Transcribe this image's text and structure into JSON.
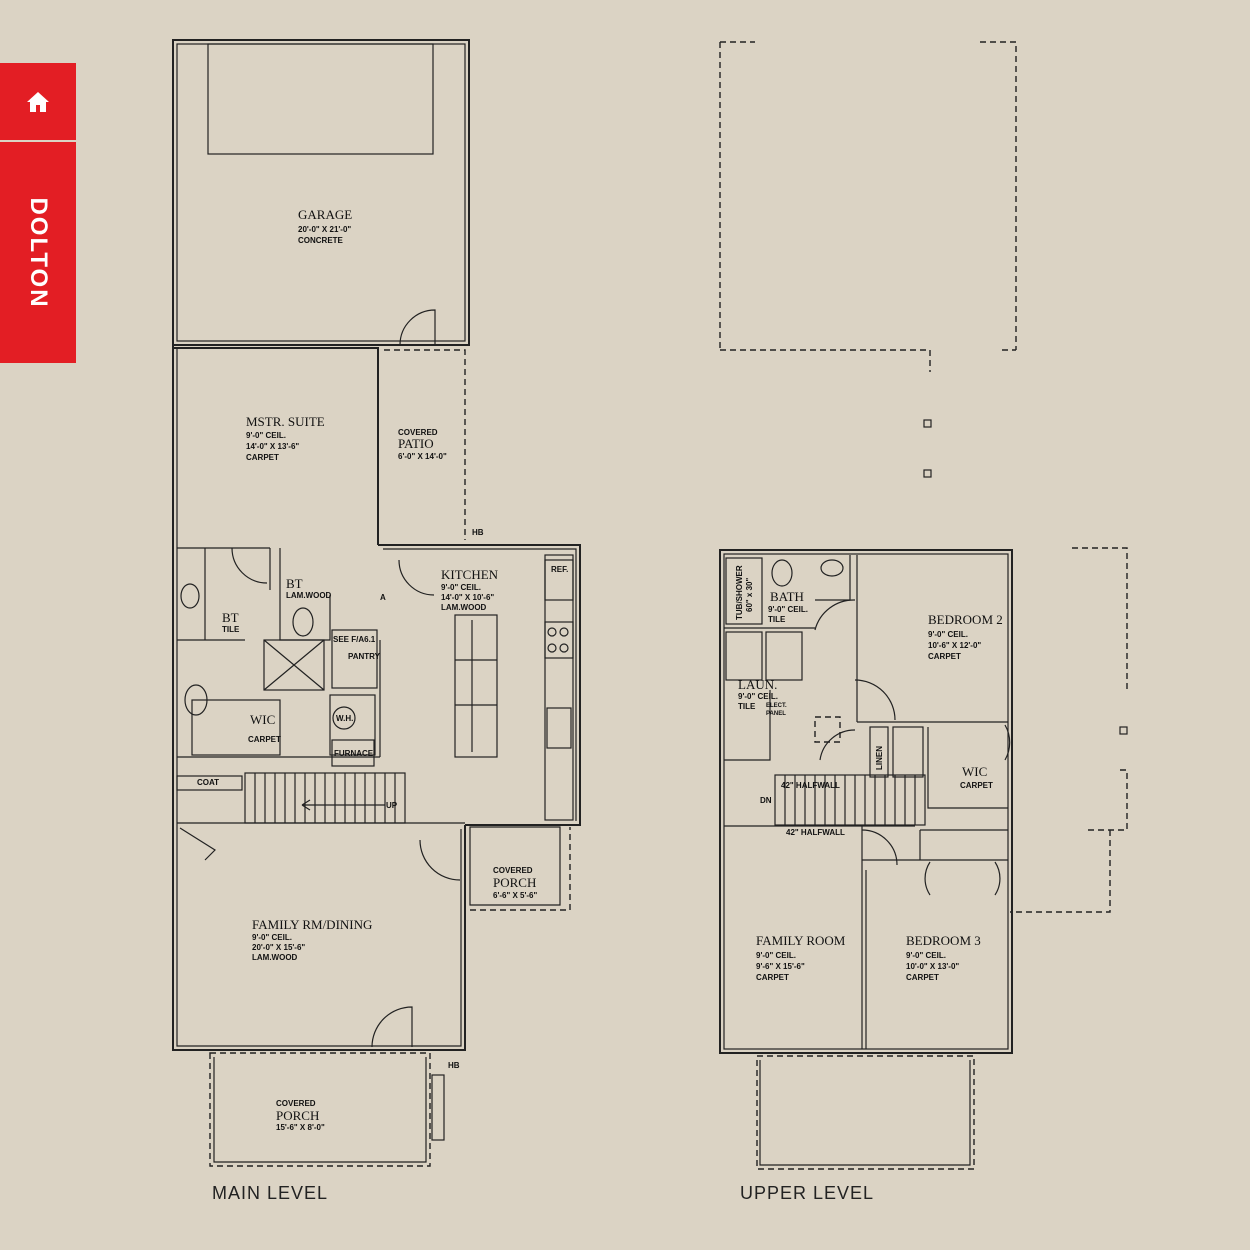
{
  "nav": {
    "home_icon": "home-icon",
    "plan_name": "DOLTON"
  },
  "levels": {
    "main": "MAIN LEVEL",
    "upper": "UPPER LEVEL"
  },
  "rooms": {
    "garage": {
      "name": "GARAGE",
      "l1": "20'-0\" X 21'-0\"",
      "l2": "CONCRETE"
    },
    "mstr": {
      "name": "MSTR. SUITE",
      "l1": "9'-0\" CEIL.",
      "l2": "14'-0\" X 13'-6\"",
      "l3": "CARPET"
    },
    "patio": {
      "pre": "COVERED",
      "name": "PATIO",
      "l1": "6'-0\" X 14'-0\""
    },
    "kitchen": {
      "name": "KITCHEN",
      "l1": "9'-0\" CEIL.",
      "l2": "14'-0\" X 10'-6\"",
      "l3": "LAM.WOOD"
    },
    "bt1": {
      "name": "BT",
      "l1": "LAM.WOOD"
    },
    "bt2": {
      "name": "BT",
      "l1": "TILE"
    },
    "wic1": {
      "name": "WIC",
      "l1": "CARPET"
    },
    "pantry": "PANTRY",
    "see": "SEE F/A6.1",
    "wh": "W.H.",
    "furnace": "FURNACE",
    "ref": "REF.",
    "hb1": "HB",
    "hb2": "HB",
    "coat": "COAT",
    "up": "UP",
    "cporch": {
      "pre": "COVERED",
      "name": "PORCH",
      "l1": "6'-6\" X 5'-6\""
    },
    "family": {
      "name": "FAMILY RM/DINING",
      "l1": "9'-0\" CEIL.",
      "l2": "20'-0\" X 15'-6\"",
      "l3": "LAM.WOOD"
    },
    "fporch": {
      "pre": "COVERED",
      "name": "PORCH",
      "l1": "15'-6\" X 8'-0\""
    },
    "tub": {
      "l1": "TUB/SHOWER",
      "l2": "60\" x 30\""
    },
    "bath": {
      "name": "BATH",
      "l1": "9'-0\" CEIL.",
      "l2": "TILE"
    },
    "bed2": {
      "name": "BEDROOM 2",
      "l1": "9'-0\" CEIL.",
      "l2": "10'-6\" X 12'-0\"",
      "l3": "CARPET"
    },
    "laun": {
      "name": "LAUN.",
      "l1": "9'-0\" CEIL.",
      "l2": "TILE"
    },
    "elect": {
      "l1": "ELECT.",
      "l2": "PANEL"
    },
    "linen": "LINEN",
    "wic2": {
      "name": "WIC",
      "l1": "CARPET"
    },
    "halfwall1": "42\" HALFWALL",
    "halfwall2": "42\" HALFWALL",
    "dn": "DN",
    "famroom": {
      "name": "FAMILY ROOM",
      "l1": "9'-0\" CEIL.",
      "l2": "9'-6\" X 15'-6\"",
      "l3": "CARPET"
    },
    "bed3": {
      "name": "BEDROOM 3",
      "l1": "9'-0\" CEIL.",
      "l2": "10'-0\" X 13'-0\"",
      "l3": "CARPET"
    },
    "tagA": "A"
  }
}
